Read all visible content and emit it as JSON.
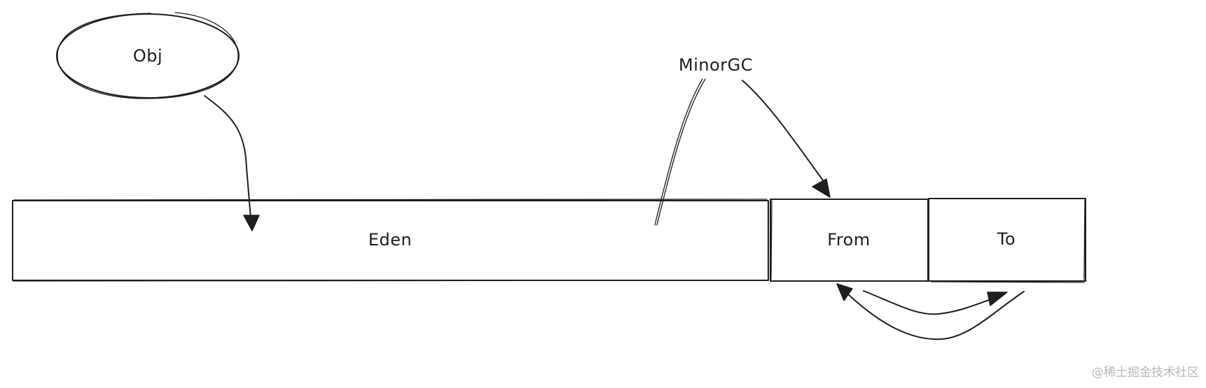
{
  "diagram": {
    "type": "hand-drawn sketch",
    "nodes": {
      "obj": {
        "label": "Obj",
        "shape": "ellipse"
      },
      "eden": {
        "label": "Eden",
        "shape": "rectangle"
      },
      "from": {
        "label": "From",
        "shape": "rectangle"
      },
      "to": {
        "label": "To",
        "shape": "rectangle"
      },
      "minor_gc": {
        "label": "MinorGC",
        "shape": "text"
      }
    },
    "edges": [
      {
        "from": "obj",
        "to": "eden",
        "style": "arrow"
      },
      {
        "from": "minor_gc",
        "to": "eden",
        "style": "line"
      },
      {
        "from": "minor_gc",
        "to": "from",
        "style": "arrow"
      },
      {
        "from": "from",
        "to": "to",
        "style": "arrow"
      },
      {
        "from": "to",
        "to": "from",
        "style": "arrow"
      }
    ],
    "colors": {
      "stroke": "#1e1e1e",
      "background": "#ffffff",
      "watermark": "#b8b8b8"
    }
  },
  "watermark": "@稀土掘金技术社区"
}
